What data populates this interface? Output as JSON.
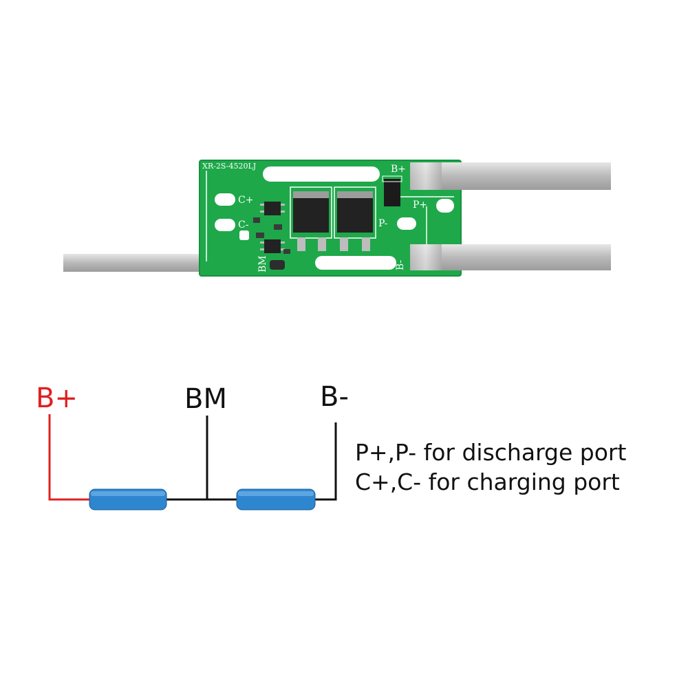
{
  "board": {
    "model": "XR-2S-4520LJ",
    "labels": {
      "b_plus": "B+",
      "p_plus": "P+",
      "p_minus": "P-",
      "c_plus": "C+",
      "c_minus": "C-",
      "b_minus": "B-",
      "bm": "BM"
    }
  },
  "diagram": {
    "terminals": {
      "b_plus": "B+",
      "bm": "BM",
      "b_minus": "B-"
    },
    "notes": [
      "P+,P- for discharge port",
      "C+,C- for charging port"
    ]
  },
  "colors": {
    "pcb": "#1ea84a",
    "positive": "#e02020",
    "wire": "#111111",
    "cell": "#2e86cf",
    "nickel": "#c8c8c8"
  }
}
